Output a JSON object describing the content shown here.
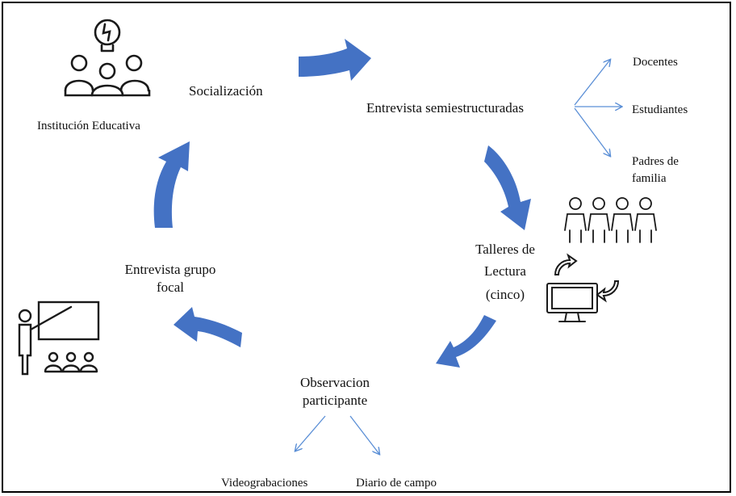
{
  "nodes": {
    "institucion": "Institución Educativa",
    "socializacion": "Socialización",
    "entrevista_semi": "Entrevista semiestructuradas",
    "docentes": "Docentes",
    "estudiantes": "Estudiantes",
    "padres": "Padres de familia",
    "talleres_line1": "Talleres de",
    "talleres_line2": "Lectura",
    "talleres_line3": "(cinco)",
    "observacion": "Observacion participante",
    "videograbaciones": "Videograbaciones",
    "diario": "Diario de campo",
    "grupo_focal": "Entrevista grupo focal"
  },
  "colors": {
    "arrow": "#4472c4",
    "thin_arrow": "#5b8fd6",
    "icon_stroke": "#1a1a1a",
    "border": "#000000"
  },
  "icons": {
    "institucion": "people-lightbulb-icon",
    "talleres_people": "children-group-icon",
    "talleres_computer": "computer-refresh-icon",
    "grupo_focal": "teacher-presentation-icon"
  }
}
